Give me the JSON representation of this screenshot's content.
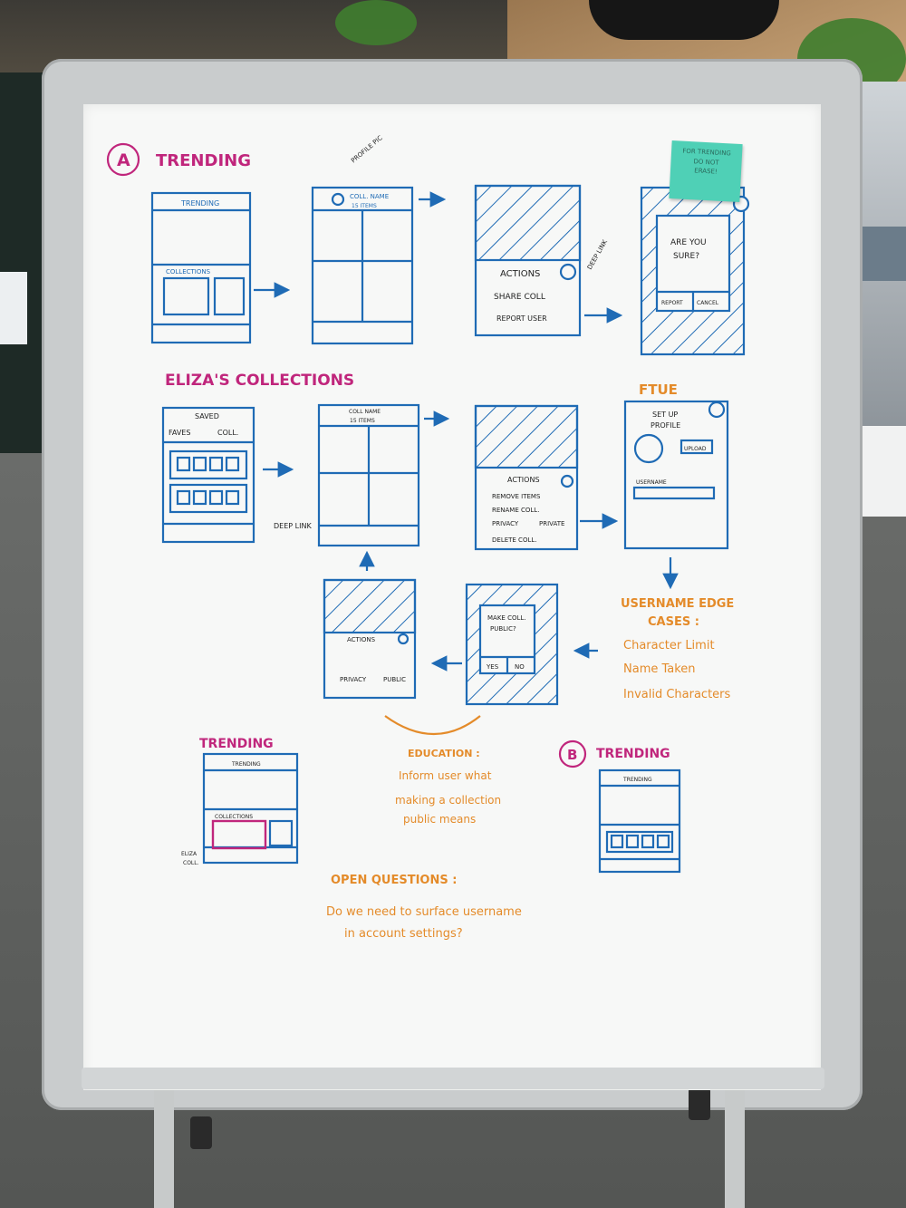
{
  "board": {
    "section_a": {
      "letter": "A",
      "title": "TRENDING",
      "screen1": {
        "header": "TRENDING",
        "section": "COLLECTIONS"
      },
      "screen2": {
        "header": "COLL. NAME",
        "subheader": "15 ITEMS",
        "annotation": "PROFILE PIC"
      },
      "screen3": {
        "menu_title": "ACTIONS",
        "item1": "SHARE COLL",
        "item2": "REPORT USER",
        "annotation": "DEEP LINK"
      },
      "screen4": {
        "prompt_line1": "ARE YOU",
        "prompt_line2": "SURE?",
        "button1": "REPORT",
        "button2": "CANCEL"
      },
      "sticky_note": {
        "line1": "FOR TRENDING",
        "line2": "DO NOT",
        "line3": "ERASE!"
      }
    },
    "elizas_collections": {
      "title": "ELIZA'S COLLECTIONS",
      "screen1": {
        "header": "SAVED",
        "tab1": "FAVES",
        "tab2": "COLL.",
        "annotation": "DEEP LINK"
      },
      "screen2": {
        "header": "COLL NAME",
        "subheader": "15 ITEMS"
      },
      "screen3": {
        "menu_title": "ACTIONS",
        "item1": "REMOVE ITEMS",
        "item2": "RENAME COLL.",
        "item3": "PRIVACY",
        "item3_value": "PRIVATE",
        "item4": "DELETE COLL."
      },
      "ftue": {
        "label": "FTUE",
        "title_line1": "SET UP",
        "title_line2": "PROFILE",
        "upload": "UPLOAD",
        "username": "USERNAME"
      },
      "public_dialog": {
        "line1": "MAKE COLL.",
        "line2": "PUBLIC?",
        "yes": "YES",
        "no": "NO"
      },
      "actions_public": {
        "menu_title": "ACTIONS",
        "item": "PRIVACY",
        "item_value": "PUBLIC"
      }
    },
    "edge_cases": {
      "title_line1": "USERNAME EDGE",
      "title_line2": "CASES :",
      "items": [
        "Character Limit",
        "Name Taken",
        "Invalid Characters"
      ]
    },
    "education": {
      "title": "EDUCATION :",
      "line1": "Inform user what",
      "line2": "making a collection",
      "line3": "public means"
    },
    "trending_small": {
      "title": "TRENDING",
      "header": "TRENDING",
      "section": "COLLECTIONS",
      "annotation_line1": "ELIZA",
      "annotation_line2": "COLL."
    },
    "section_b": {
      "letter": "B",
      "title": "TRENDING",
      "header": "TRENDING"
    },
    "open_questions": {
      "title": "OPEN QUESTIONS :",
      "line1": "Do we need to surface username",
      "line2": "in account settings?"
    }
  },
  "colors": {
    "blue_marker": "#1f6bb5",
    "magenta_marker": "#c0267c",
    "orange_marker": "#e48b2a",
    "sticky_note": "#4fd0b6"
  }
}
